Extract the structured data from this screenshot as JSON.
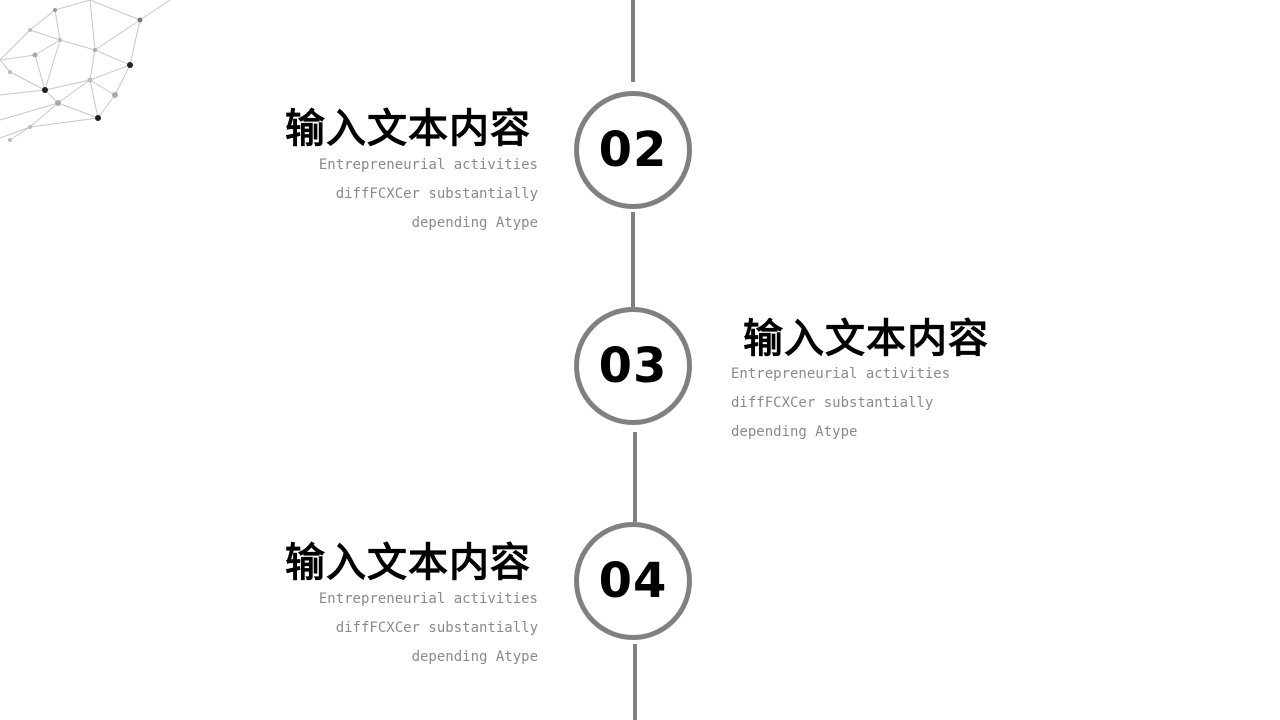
{
  "items": [
    {
      "number": "02",
      "title": "输入文本内容",
      "desc_lines": [
        "Entrepreneurial activities",
        "diffFCXCer substantially",
        "depending Atype"
      ]
    },
    {
      "number": "03",
      "title": "输入文本内容",
      "desc_lines": [
        "Entrepreneurial activities",
        "diffFCXCer substantially",
        "depending Atype"
      ]
    },
    {
      "number": "04",
      "title": "输入文本内容",
      "desc_lines": [
        "Entrepreneurial activities",
        "diffFCXCer substantially",
        "depending Atype"
      ]
    }
  ],
  "colors": {
    "timeline": "#808080",
    "title": "#000000",
    "desc": "#8a8a8a",
    "background": "#ffffff"
  }
}
